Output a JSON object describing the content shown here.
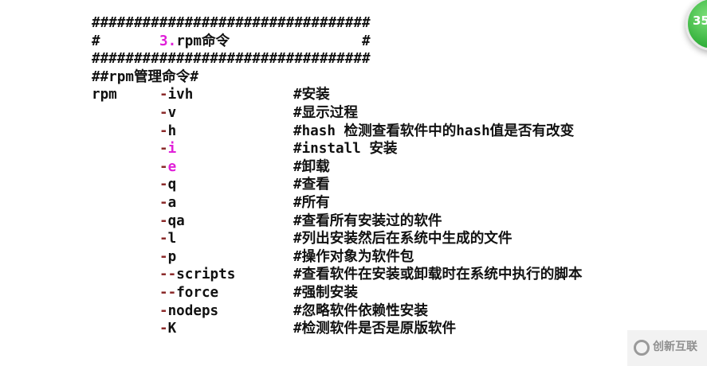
{
  "header": {
    "hash_line": "#################################",
    "title_prefix": "#",
    "title_number": "3.",
    "title_text": "rpm命令",
    "title_suffix": "#",
    "section": "##rpm管理命令#"
  },
  "command": "rpm",
  "options": [
    {
      "dash": "-",
      "flag": "ivh",
      "flag_highlight": false,
      "comment": "#安装"
    },
    {
      "dash": "-",
      "flag": "v",
      "flag_highlight": false,
      "comment": "#显示过程"
    },
    {
      "dash": "-",
      "flag": "h",
      "flag_highlight": false,
      "comment": "#hash 检测查看软件中的hash值是否有改变"
    },
    {
      "dash": "-",
      "flag": "i",
      "flag_highlight": true,
      "comment": "#install 安装"
    },
    {
      "dash": "-",
      "flag": "e",
      "flag_highlight": true,
      "comment": "#卸载"
    },
    {
      "dash": "-",
      "flag": "q",
      "flag_highlight": false,
      "comment": "#查看"
    },
    {
      "dash": "-",
      "flag": "a",
      "flag_highlight": false,
      "comment": "#所有"
    },
    {
      "dash": "-",
      "flag": "qa",
      "flag_highlight": false,
      "comment": "#查看所有安装过的软件"
    },
    {
      "dash": "-",
      "flag": "l",
      "flag_highlight": false,
      "comment": "#列出安装然后在系统中生成的文件"
    },
    {
      "dash": "-",
      "flag": "p",
      "flag_highlight": false,
      "comment": "#操作对象为软件包"
    },
    {
      "dash": "--",
      "flag": "scripts",
      "flag_highlight": false,
      "comment": "#查看软件在安装或卸载时在系统中执行的脚本"
    },
    {
      "dash": "--",
      "flag": "force",
      "flag_highlight": false,
      "comment": "#强制安装"
    },
    {
      "dash": "-",
      "flag": "nodeps",
      "flag_highlight": false,
      "comment": "#忽略软件依赖性安装"
    },
    {
      "dash": "-",
      "flag": "K",
      "flag_highlight": false,
      "comment": "#检测软件是否是原版软件"
    }
  ],
  "badge": {
    "number": "35",
    "color": "#3cb843"
  },
  "watermark": {
    "text": "创新互联"
  },
  "colors": {
    "highlight": "#e020d8",
    "dash": "#8b2b2b",
    "text": "#111111"
  }
}
